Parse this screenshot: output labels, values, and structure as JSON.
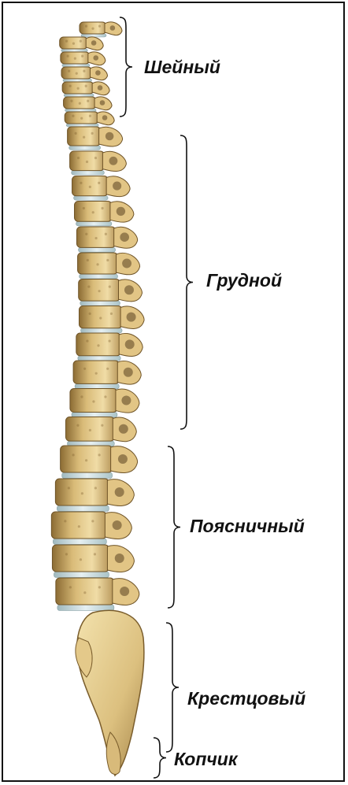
{
  "diagram": {
    "regions": [
      {
        "id": "cervical",
        "label": "Шейный"
      },
      {
        "id": "thoracic",
        "label": "Грудной"
      },
      {
        "id": "lumbar",
        "label": "Поясничный"
      },
      {
        "id": "sacral",
        "label": "Крестцовый"
      },
      {
        "id": "coccyx",
        "label": "Копчик"
      }
    ]
  },
  "colors": {
    "bone": "#e8cd8c",
    "bone_shadow": "#a8874a",
    "bone_dark": "#6f5428",
    "disc": "#cfe0e4",
    "bracket": "#111111"
  }
}
